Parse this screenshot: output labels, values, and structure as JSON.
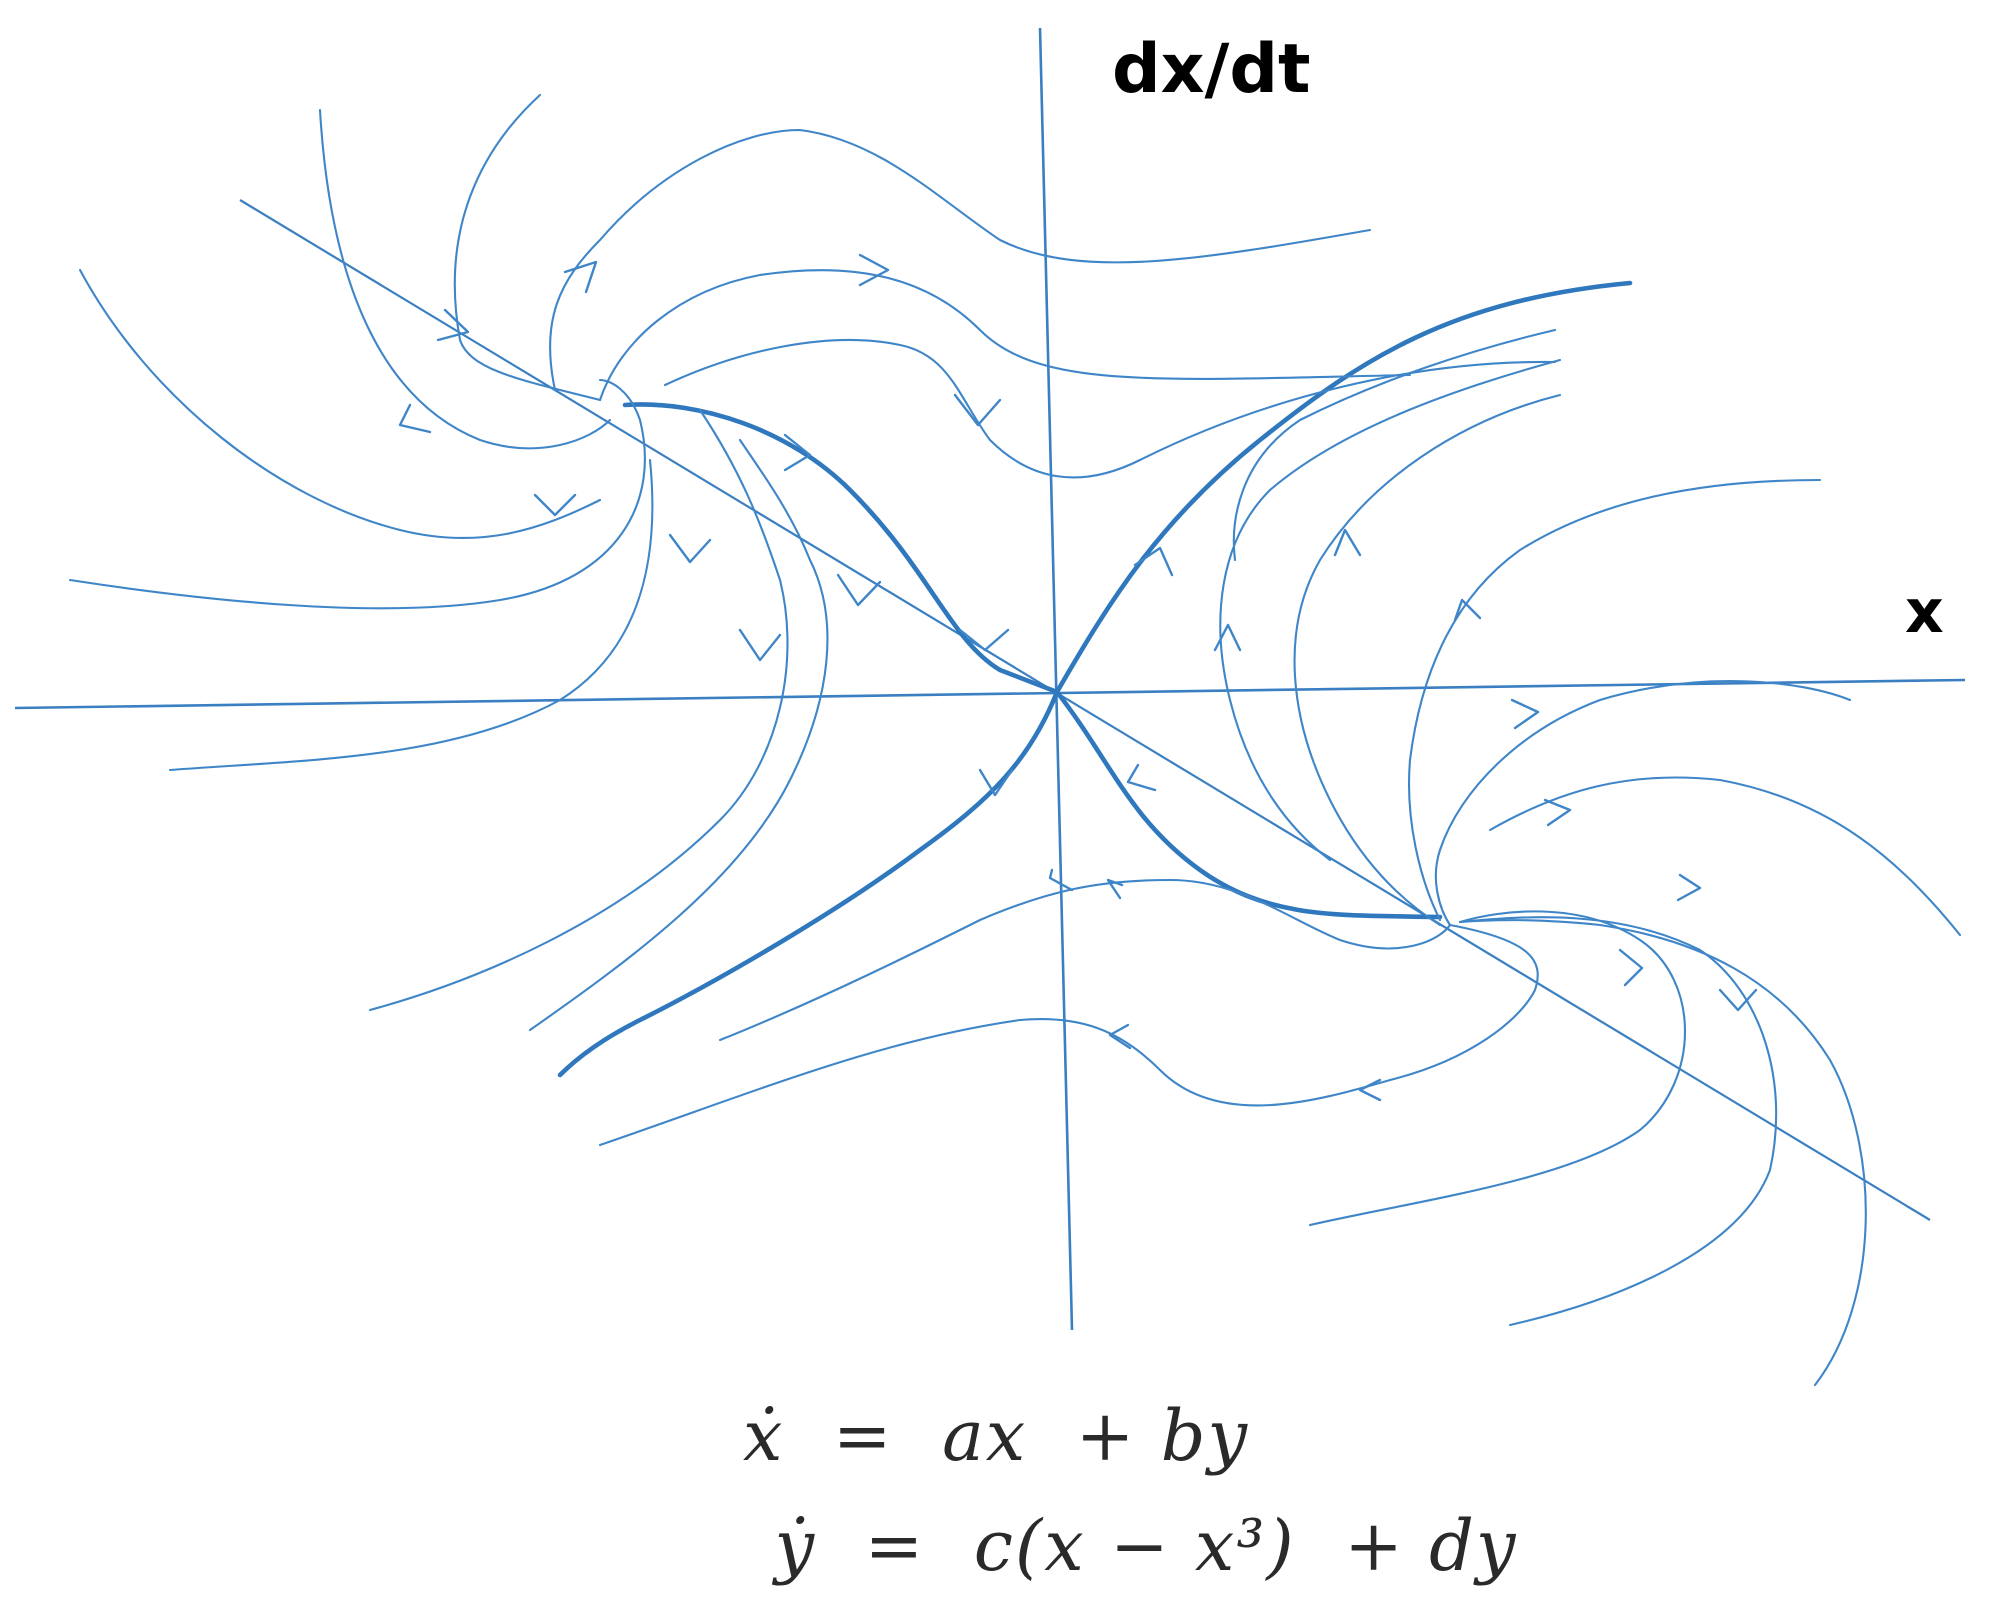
{
  "diagram": {
    "type": "phase-portrait",
    "labels": {
      "vertical_axis": "dx/dt",
      "horizontal_axis": "x"
    },
    "equations": [
      "ẋ  =  ax  + by",
      "ẏ  =  c(x − x³)  + dy"
    ],
    "colors": {
      "trajectory": "#3f86c8",
      "separatrix": "#2f78bd",
      "axes": "#3a7fc1",
      "text": "#000000"
    }
  }
}
